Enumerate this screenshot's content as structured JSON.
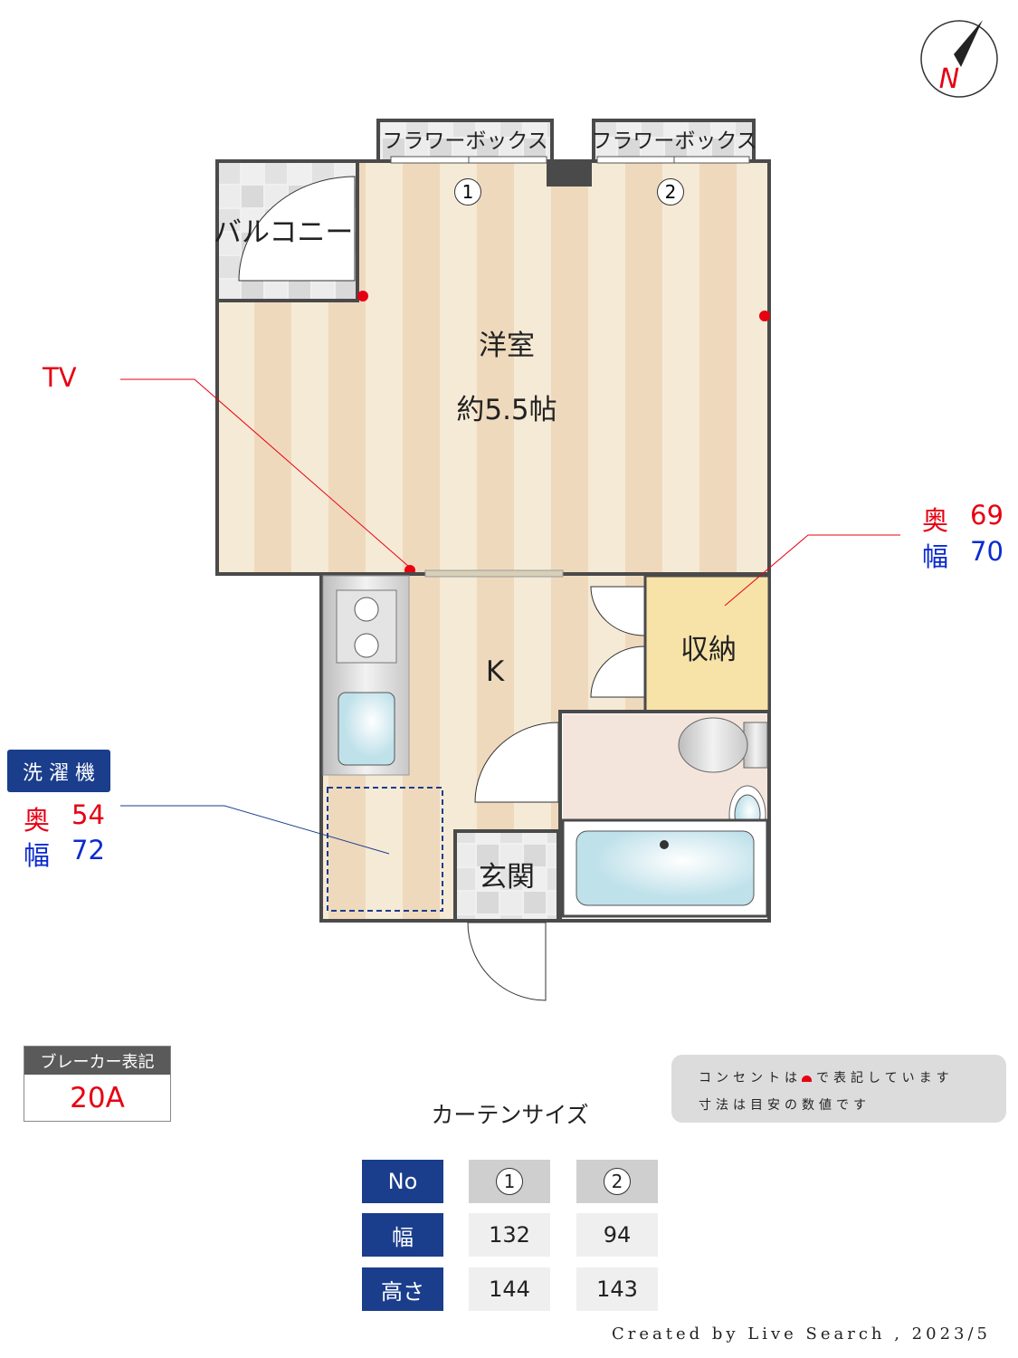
{
  "compass": {
    "label": "N"
  },
  "rooms": {
    "flower_box_1": "フラワーボックス",
    "flower_box_2": "フラワーボックス",
    "window_1": "1",
    "window_2": "2",
    "balcony": "バルコニー",
    "western_room": "洋室",
    "western_room_size": "約5.5帖",
    "kitchen": "K",
    "storage": "収納",
    "entrance": "玄関"
  },
  "annotations": {
    "tv": "TV",
    "storage_depth_label": "奥",
    "storage_depth": "69",
    "storage_width_label": "幅",
    "storage_width": "70",
    "washer_title": "洗 濯 機",
    "washer_depth_label": "奥",
    "washer_depth": "54",
    "washer_width_label": "幅",
    "washer_width": "72"
  },
  "breaker": {
    "title": "ブレーカー表記",
    "value": "20A"
  },
  "note": {
    "line1_a": "コンセントは",
    "line1_b": "で表記しています",
    "line2": "寸法は目安の数値です"
  },
  "curtain": {
    "title": "カーテンサイズ",
    "headers": [
      "No",
      "1",
      "2"
    ],
    "rows": [
      {
        "label": "幅",
        "values": [
          "132",
          "94"
        ]
      },
      {
        "label": "高さ",
        "values": [
          "144",
          "143"
        ]
      }
    ]
  },
  "credit": "Created by Live Search , 2023/5",
  "colors": {
    "wall": "#4a4a4a",
    "outlet": "#e60012",
    "header_blue": "#1a3e8c",
    "storage": "#f7e3a8"
  }
}
